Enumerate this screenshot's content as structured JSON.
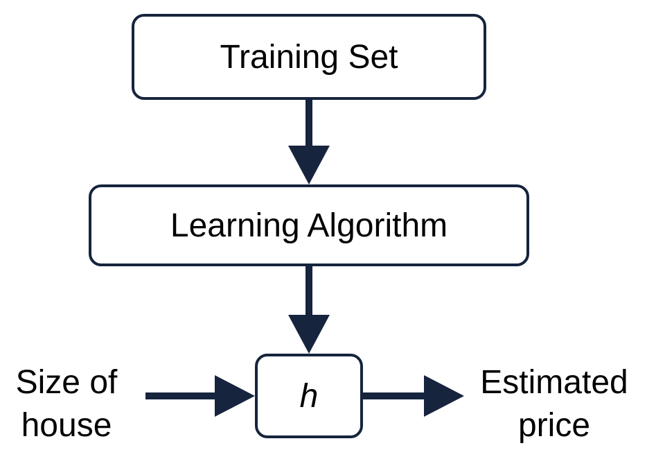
{
  "diagram": {
    "nodes": {
      "training_set": "Training Set",
      "learning_algorithm": "Learning Algorithm",
      "hypothesis": "h"
    },
    "input_label": {
      "line1": "Size of",
      "line2": "house"
    },
    "output_label": {
      "line1": "Estimated",
      "line2": "price"
    },
    "edges": [
      {
        "from": "training_set",
        "to": "learning_algorithm"
      },
      {
        "from": "learning_algorithm",
        "to": "hypothesis"
      },
      {
        "from": "input",
        "to": "hypothesis"
      },
      {
        "from": "hypothesis",
        "to": "output"
      }
    ],
    "colors": {
      "stroke": "#16243d",
      "text": "#000000",
      "background": "#ffffff"
    }
  }
}
